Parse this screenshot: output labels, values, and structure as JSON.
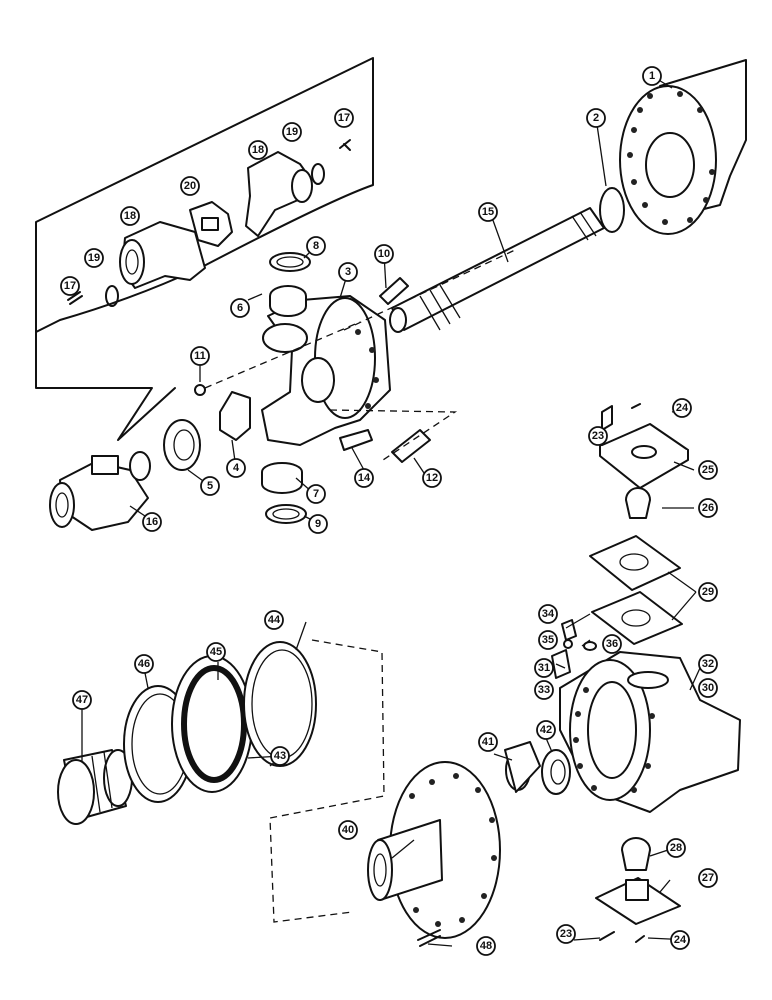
{
  "callouts": [
    "1",
    "2",
    "3",
    "4",
    "5",
    "6",
    "7",
    "8",
    "9",
    "10",
    "11",
    "12",
    "14",
    "15",
    "16",
    "17",
    "17",
    "18",
    "18",
    "19",
    "19",
    "20",
    "23",
    "23",
    "24",
    "24",
    "25",
    "26",
    "27",
    "28",
    "29",
    "30",
    "31",
    "32",
    "33",
    "34",
    "35",
    "36",
    "40",
    "41",
    "42",
    "43",
    "44",
    "45",
    "46",
    "47",
    "48"
  ]
}
